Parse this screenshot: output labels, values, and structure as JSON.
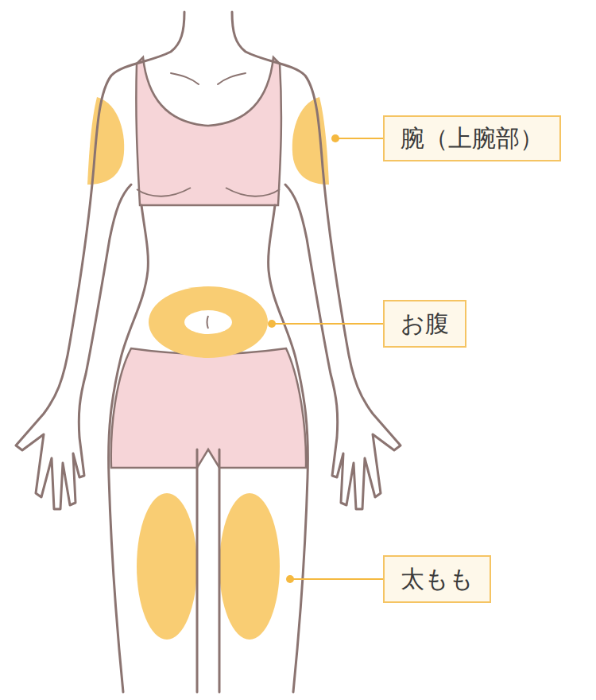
{
  "diagram": {
    "nodes": [
      {
        "text": [
          "腕（上腕部）"
        ]
      },
      {
        "text": [
          "お腹"
        ]
      },
      {
        "text": [
          "太もも"
        ]
      }
    ]
  }
}
